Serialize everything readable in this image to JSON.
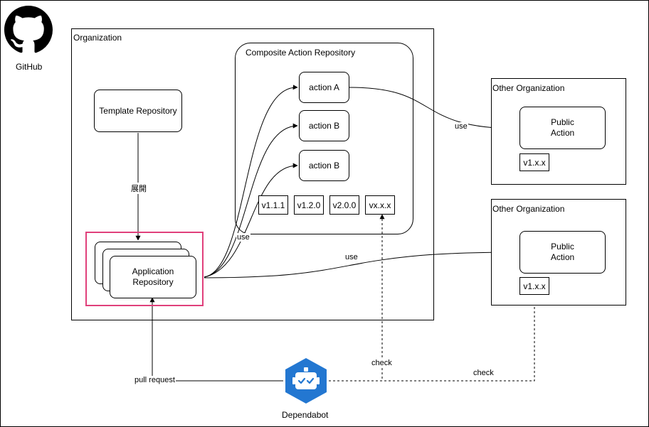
{
  "github": {
    "label": "GitHub"
  },
  "organization": {
    "title": "Organization",
    "template_repo": "Template Repository",
    "expand_label": "展開",
    "application_repo_line1": "Application",
    "application_repo_line2": "Repository",
    "use_label_left": "use"
  },
  "composite": {
    "title": "Composite Action Repository",
    "actions": [
      "action A",
      "action B",
      "action B"
    ],
    "versions": [
      "v1.1.1",
      "v1.2.0",
      "v2.0.0",
      "vx.x.x"
    ]
  },
  "other_org_1": {
    "title": "Other Organization",
    "public_line1": "Public",
    "public_line2": "Action",
    "version": "v1.x.x"
  },
  "other_org_2": {
    "title": "Other Organization",
    "public_line1": "Public",
    "public_line2": "Action",
    "version": "v1.x.x"
  },
  "edges": {
    "use_top": "use",
    "use_bottom": "use",
    "pull_request": "pull request",
    "check_left": "check",
    "check_right": "check"
  },
  "dependabot": {
    "label": "Dependabot"
  },
  "colors": {
    "highlight": "#e0407b",
    "dependabot_blue": "#2377d1"
  }
}
